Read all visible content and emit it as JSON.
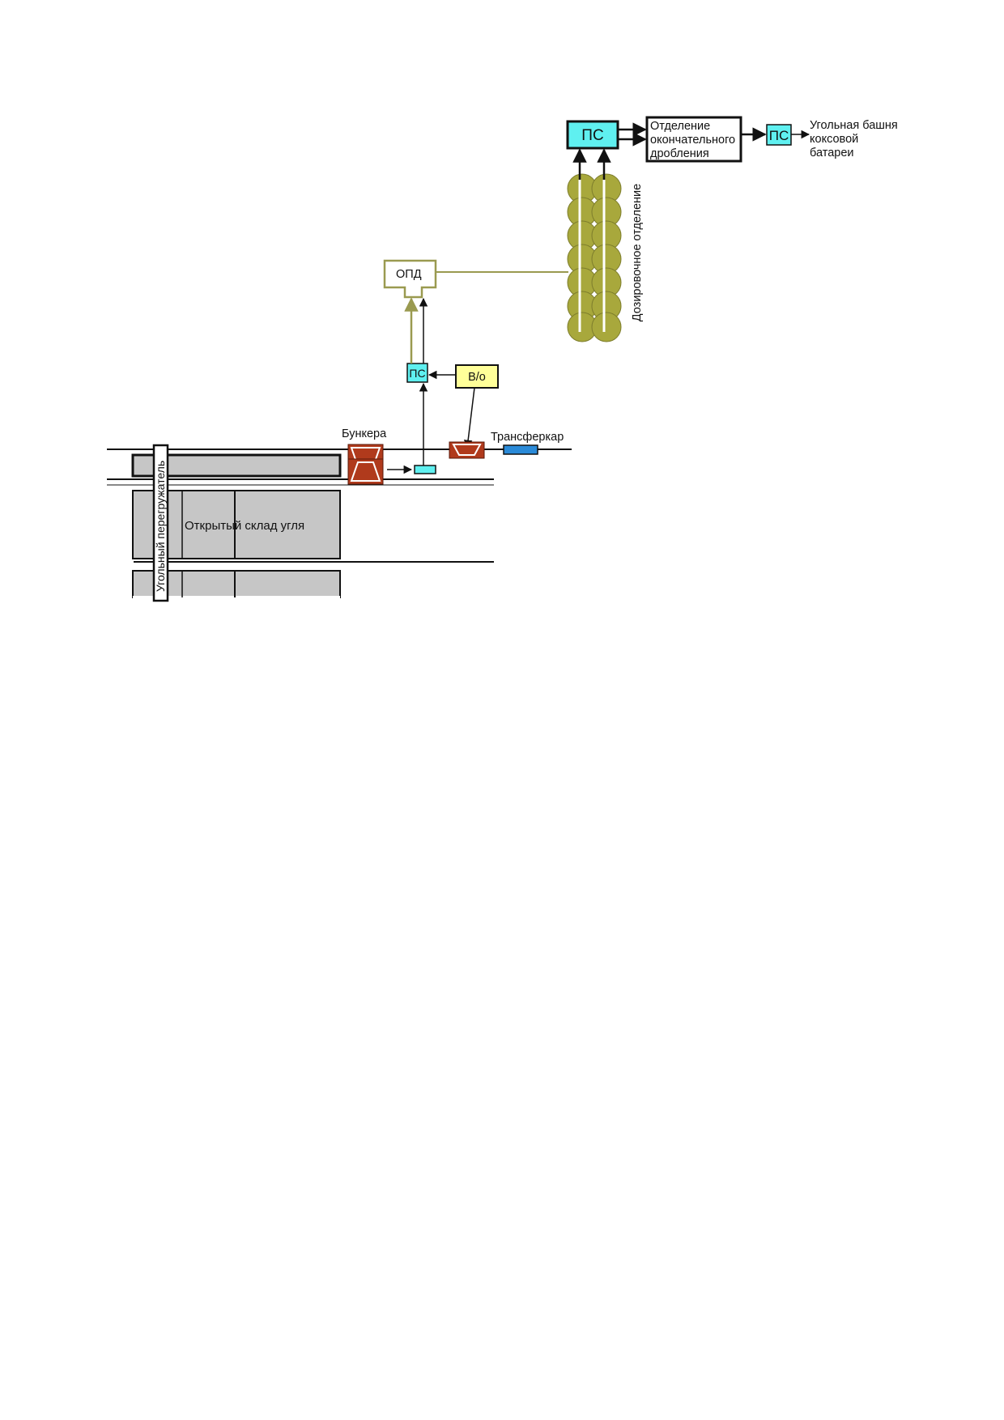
{
  "diagram": {
    "ps_top_label": "ПС",
    "final_crushing_label": [
      "Отделение",
      "окончательного",
      "дробления"
    ],
    "ps_right_label": "ПС",
    "coal_tower_label": [
      "Угольная башня",
      "коксовой",
      "батареи"
    ],
    "dosing_label": "Дозировочное отделение",
    "opd_label": "ОПД",
    "ps_mid_label": "ПС",
    "vo_label": "В/о",
    "bunkers_label": "Бункера",
    "transfercar_label": "Трансферкар",
    "reloader_label": "Угольный перегружатель",
    "open_storage_label": "Открытый склад угля"
  },
  "colors": {
    "ps_fill": "#5ff0f0",
    "olive_tank": "#a8a83c",
    "olive_line": "#9a9a50",
    "bunker_red": "#b03a1c",
    "vo_fill": "#ffff99",
    "storage_gray": "#c6c6c6",
    "transfercar_blue": "#2a8ad8"
  }
}
